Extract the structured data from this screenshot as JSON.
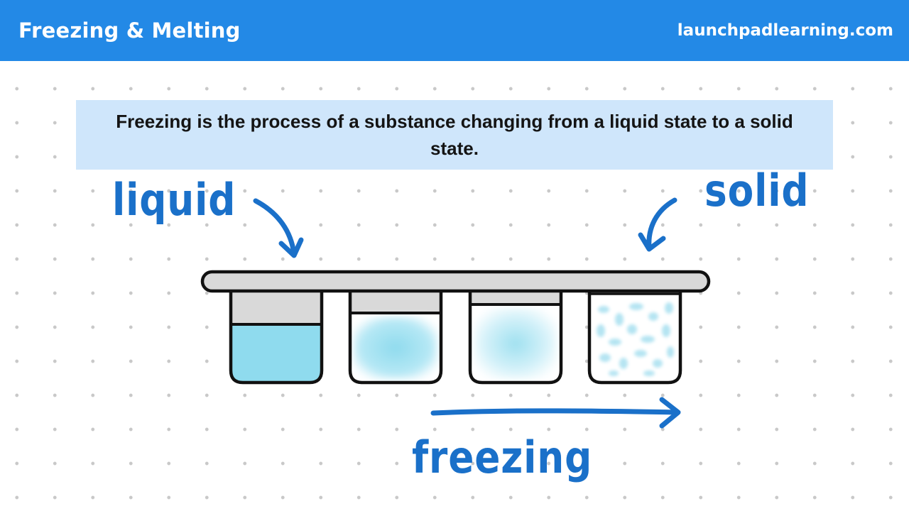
{
  "header": {
    "title": "Freezing & Melting",
    "site": "launchpadlearning.com"
  },
  "definition": {
    "text": "Freezing is the process of a substance changing from a liquid state to a solid state."
  },
  "diagram": {
    "label_liquid": "liquid",
    "label_solid": "solid",
    "label_process": "freezing",
    "colors": {
      "ink": "#1a70c9",
      "liquid": "#8fdbee",
      "tray": "#d9d9d9",
      "outline": "#111111",
      "header": "#2389e6",
      "definition_bg": "#cfe6fb"
    }
  }
}
